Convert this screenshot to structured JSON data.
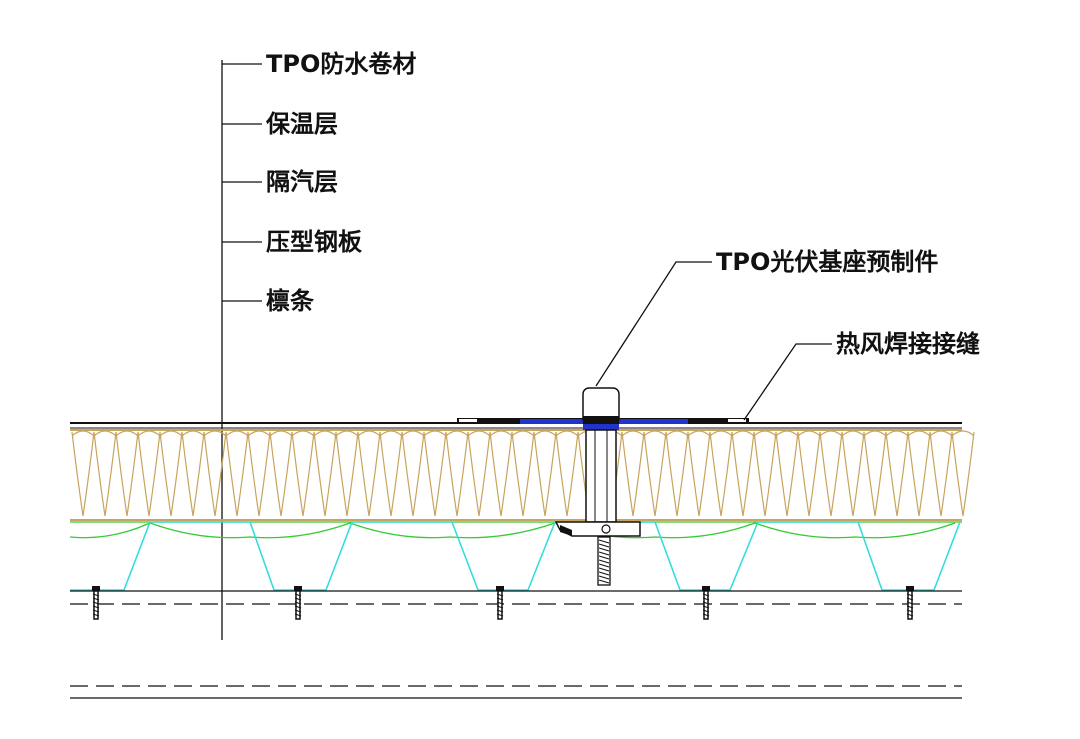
{
  "layer_labels": {
    "tpo_membrane": "TPO防水卷材",
    "insulation": "保温层",
    "vapor_barrier": "隔汽层",
    "steel_deck": "压型钢板",
    "purlin": "檩条"
  },
  "component_labels": {
    "pv_base": "TPO光伏基座预制件",
    "weld_seam": "热风焊接接缝"
  },
  "colors": {
    "line": "#111111",
    "insulation": "#c8a45c",
    "vapor_barrier": "#33cc33",
    "steel_deck": "#33dddd",
    "flashing": "#2233cc"
  }
}
